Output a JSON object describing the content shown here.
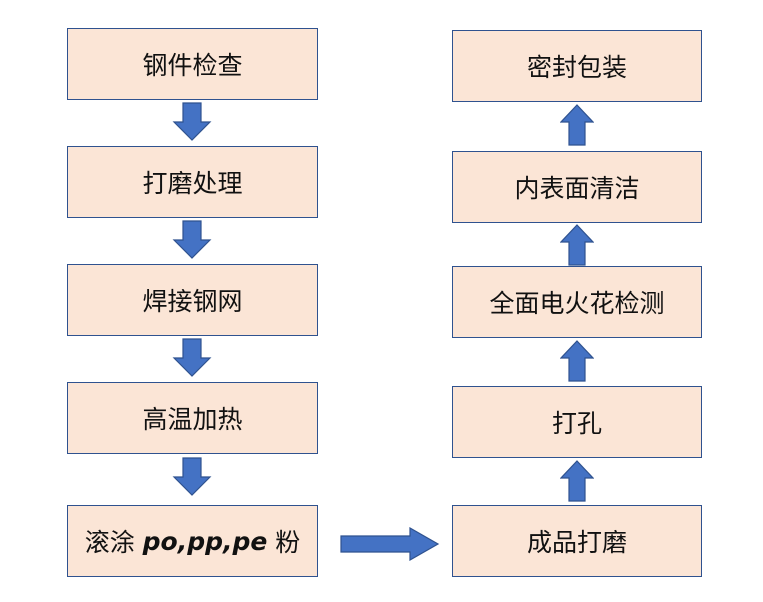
{
  "left_column": {
    "steps": [
      {
        "label": "钢件检查"
      },
      {
        "label": "打磨处理"
      },
      {
        "label": "焊接钢网"
      },
      {
        "label": "高温加热"
      },
      {
        "label_prefix": "滚涂 ",
        "label_italic": "po,pp,pe",
        "label_suffix": " 粉"
      }
    ]
  },
  "right_column": {
    "steps": [
      {
        "label": "密封包装"
      },
      {
        "label": "内表面清洁"
      },
      {
        "label": "全面电火花检测"
      },
      {
        "label": "打孔"
      },
      {
        "label": "成品打磨"
      }
    ]
  },
  "colors": {
    "box_fill": "#fbe5d6",
    "box_border": "#2f528f",
    "arrow_fill": "#4472c4",
    "arrow_stroke": "#2f528f"
  }
}
